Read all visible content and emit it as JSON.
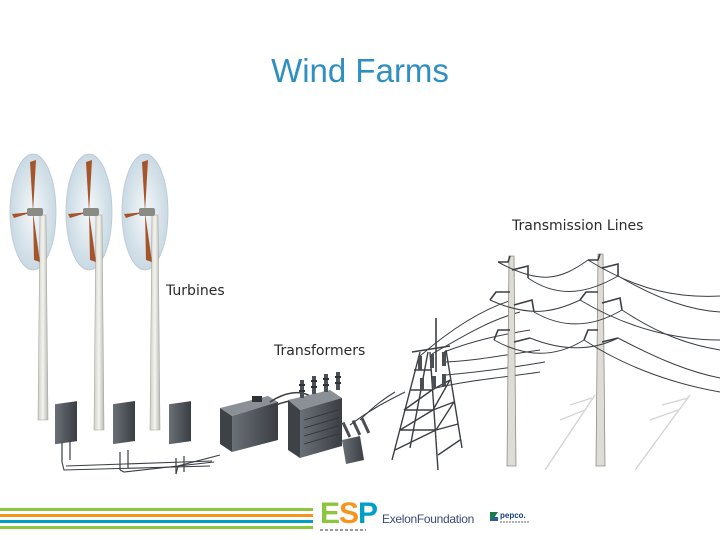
{
  "slide": {
    "title": "Wind Farms"
  },
  "labels": {
    "turbines": "Turbines",
    "transformers": "Transformers",
    "transmission_lines": "Transmission Lines"
  },
  "footer": {
    "logo_esp": {
      "e": "E",
      "s": "S",
      "p": "P"
    },
    "logo_exelon": "ExelonFoundation",
    "logo_pepco": "pepco.",
    "stripe_colors": [
      "#8cc63f",
      "#f7941d",
      "#00a0c6",
      "#8cc63f"
    ]
  },
  "colors": {
    "title": "#2e8fc0",
    "blade_disc": "#dde8ee",
    "tower": "#e8e8e4",
    "equipment": "#4a4f55"
  }
}
